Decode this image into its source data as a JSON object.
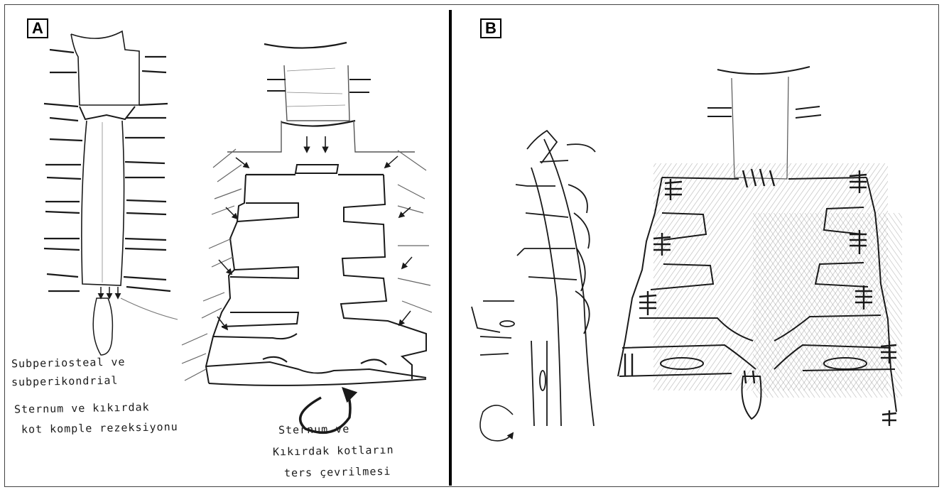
{
  "panels": {
    "a": {
      "label": "A"
    },
    "b": {
      "label": "B"
    }
  },
  "annotations": {
    "left_line1": "Subperiosteal ve",
    "left_line2": "subperikondrial",
    "left_line3": "Sternum ve kıkırdak",
    "left_line4": "kot komple rezeksiyonu",
    "right_line1": "Sternum ve",
    "right_line2": "Kıkırdak kotların",
    "right_line3": "ters çevrilmesi"
  },
  "colors": {
    "ink": "#1a1a1a",
    "pencil": "#555555",
    "paper": "#ffffff"
  },
  "icons": [
    "down-arrow-icon",
    "diagonal-arrow-icon",
    "rotate-arrow-icon",
    "suture-icon"
  ]
}
